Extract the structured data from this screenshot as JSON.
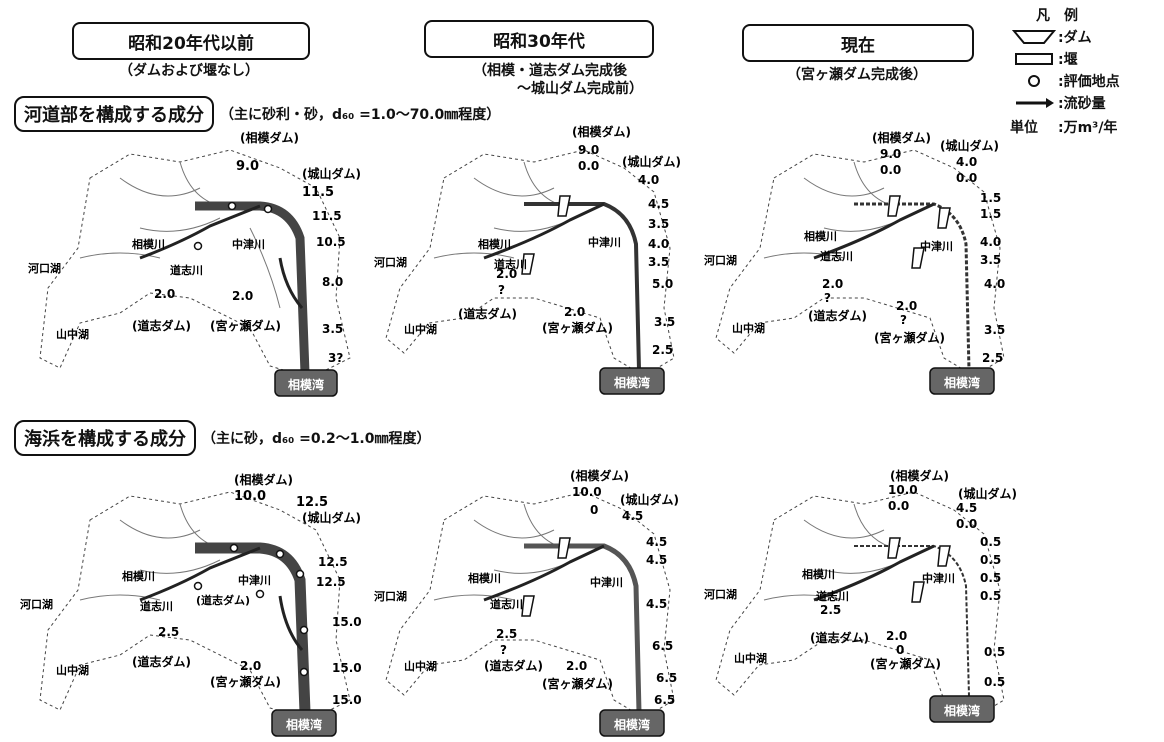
{
  "periods": [
    {
      "label": "昭和20年代以前",
      "note_lines": [
        "（ダムおよび堰なし）"
      ]
    },
    {
      "label": "昭和30年代",
      "note_lines": [
        "（相模・道志ダム完成後",
        "〜城山ダム完成前）"
      ]
    },
    {
      "label": "現在",
      "note_lines": [
        "（宮ヶ瀬ダム完成後）"
      ]
    }
  ],
  "legend": {
    "title": "凡　例",
    "items": [
      {
        "icon": "dam-icon",
        "label": ":ダム"
      },
      {
        "icon": "weir-icon",
        "label": ":堰"
      },
      {
        "icon": "evaluation-point-icon",
        "label": ":評価地点"
      },
      {
        "icon": "arrow-icon",
        "label": ":流砂量"
      }
    ],
    "unit_label": "単位",
    "unit_value": ":万m³/年"
  },
  "sections": [
    {
      "title": "河道部を構成する成分",
      "subtitle": "（主に砂利・砂，d₆₀ =1.0〜70.0㎜程度）"
    },
    {
      "title": "海浜を構成する成分",
      "subtitle": "（主に砂，d₆₀ =0.2〜1.0㎜程度）"
    }
  ],
  "map_labels": {
    "sagami_dam": "(相模ダム)",
    "shiroyama_dam": "(城山ダム)",
    "doshi_dam": "(道志ダム)",
    "miyagase_dam": "(宮ヶ瀬ダム)",
    "sagami_river": "相模川",
    "doshi_river": "道志川",
    "nakatsu_river": "中津川",
    "kawaguchi_lake": "河口湖",
    "yamanaka_lake": "山中湖",
    "sagami_bay": "相模湾"
  },
  "maps": [
    {
      "id": "m1",
      "sagami": "9.0",
      "shiroyama": "11.5",
      "main": [
        "11.5",
        "10.5",
        "8.0",
        "3.5",
        "3?"
      ],
      "doshi": "2.0",
      "miyagase": "2.0"
    },
    {
      "id": "m2",
      "sagami_top": "9.0",
      "sagami_bottom": "0.0",
      "shiroyama": "4.0",
      "main": [
        "4.5",
        "3.5",
        "4.0",
        "3.5",
        "5.0",
        "3.5",
        "2.5"
      ],
      "doshi": "2.0",
      "doshi_q": "?",
      "miyagase": "2.0"
    },
    {
      "id": "m3",
      "sagami_top": "9.0",
      "sagami_bottom": "0.0",
      "shiroyama_top": "4.0",
      "shiroyama_bottom": "0.0",
      "main": [
        "1.5",
        "1.5",
        "4.0",
        "3.5",
        "4.0",
        "3.5",
        "2.5"
      ],
      "doshi": "2.0",
      "doshi_q": "?",
      "miyagase": "2.0",
      "miyagase_q": "?"
    },
    {
      "id": "m4",
      "sagami": "10.0",
      "shiroyama": "12.5",
      "main": [
        "12.5",
        "12.5",
        "15.0",
        "15.0",
        "15.0"
      ],
      "doshi": "2.5",
      "miyagase": "2.0"
    },
    {
      "id": "m5",
      "sagami_top": "10.0",
      "sagami_bottom": "0",
      "shiroyama": "4.5",
      "main": [
        "4.5",
        "4.5",
        "4.5",
        "6.5",
        "6.5",
        "6.5"
      ],
      "doshi": "2.5",
      "doshi_q": "?",
      "miyagase": "2.0"
    },
    {
      "id": "m6",
      "sagami_top": "10.0",
      "sagami_bottom": "0.0",
      "shiroyama_top": "4.5",
      "shiroyama_bottom": "0.0",
      "main": [
        "0.5",
        "0.5",
        "0.5",
        "0.5",
        "0.5",
        "0.5"
      ],
      "doshi": "2.5",
      "miyagase": "2.0",
      "miyagase_q": "0"
    }
  ]
}
